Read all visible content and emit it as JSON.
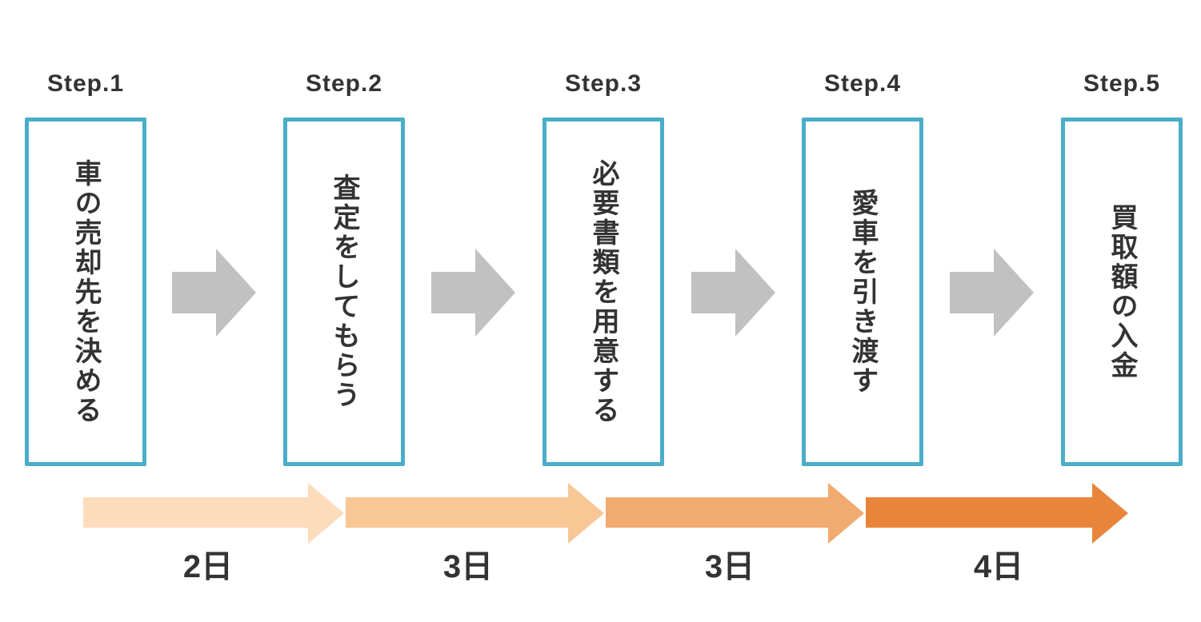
{
  "steps": [
    {
      "label": "Step.1",
      "text": "車の売却先を決める"
    },
    {
      "label": "Step.2",
      "text": "査定をしてもらう"
    },
    {
      "label": "Step.3",
      "text": "必要書類を用意する"
    },
    {
      "label": "Step.4",
      "text": "愛車を引き渡す"
    },
    {
      "label": "Step.5",
      "text": "買取額の入金"
    }
  ],
  "timeline": {
    "segments": [
      {
        "duration": "2日",
        "color": "#fcdcbb"
      },
      {
        "duration": "3日",
        "color": "#f8c795"
      },
      {
        "duration": "3日",
        "color": "#f1aa6f"
      },
      {
        "duration": "4日",
        "color": "#e8853b"
      }
    ]
  },
  "colors": {
    "box_border": "#4aadc9",
    "arrow_gray": "#c1c1c1",
    "text": "#333333"
  }
}
